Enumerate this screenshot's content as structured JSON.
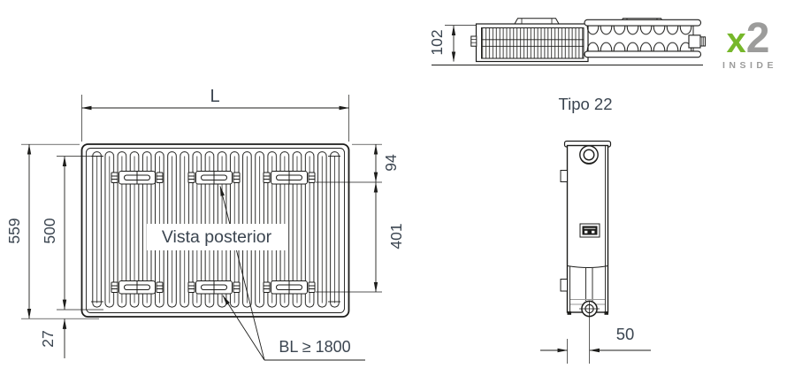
{
  "colors": {
    "line": "#1d1d1b",
    "dimension_text": "#3b4550",
    "logo_green": "#76b72a",
    "logo_gray": "#9c9c9b"
  },
  "rear_view": {
    "title": "Vista posterior",
    "dims": {
      "length": "L",
      "total_height": "559",
      "inner_height": "500",
      "bottom_offset": "27",
      "bracket_top": "94",
      "bracket_span": "401"
    },
    "note": "BL ≥ 1800"
  },
  "top_view": {
    "dims": {
      "depth": "102"
    },
    "type_label": "Tipo 22"
  },
  "side_view": {
    "dims": {
      "connection_offset": "50"
    }
  },
  "logo": {
    "x": "x",
    "two": "2",
    "inside": "INSIDE"
  }
}
